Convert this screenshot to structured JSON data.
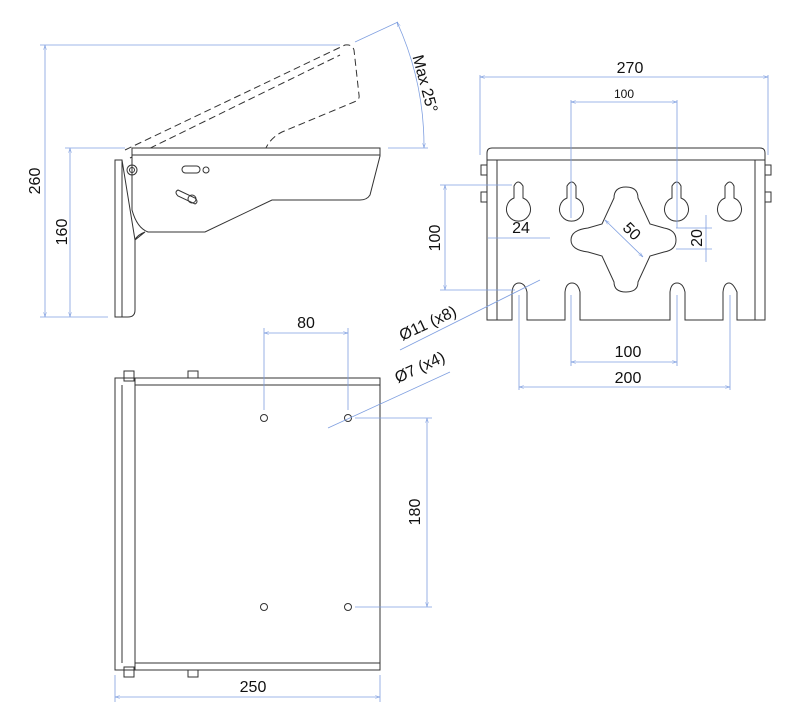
{
  "colors": {
    "outline": "#333333",
    "dimension": "#7f9fe0",
    "text": "#111111"
  },
  "side_view": {
    "height_total": "260",
    "height_base": "160",
    "tilt_label": "Max 25°"
  },
  "front_view": {
    "width_total": "270",
    "top_spacing": "100",
    "height_slots": "100",
    "keyhole_width": "24",
    "cross_size": "50",
    "cross_arm": "20",
    "bottom_spacing_inner": "100",
    "bottom_spacing_outer": "200",
    "slot_hole_label": "Ø11 (x8)"
  },
  "top_view": {
    "hole_spacing_x": "80",
    "hole_spacing_y": "180",
    "depth": "250",
    "hole_label": "Ø7 (x4)"
  }
}
